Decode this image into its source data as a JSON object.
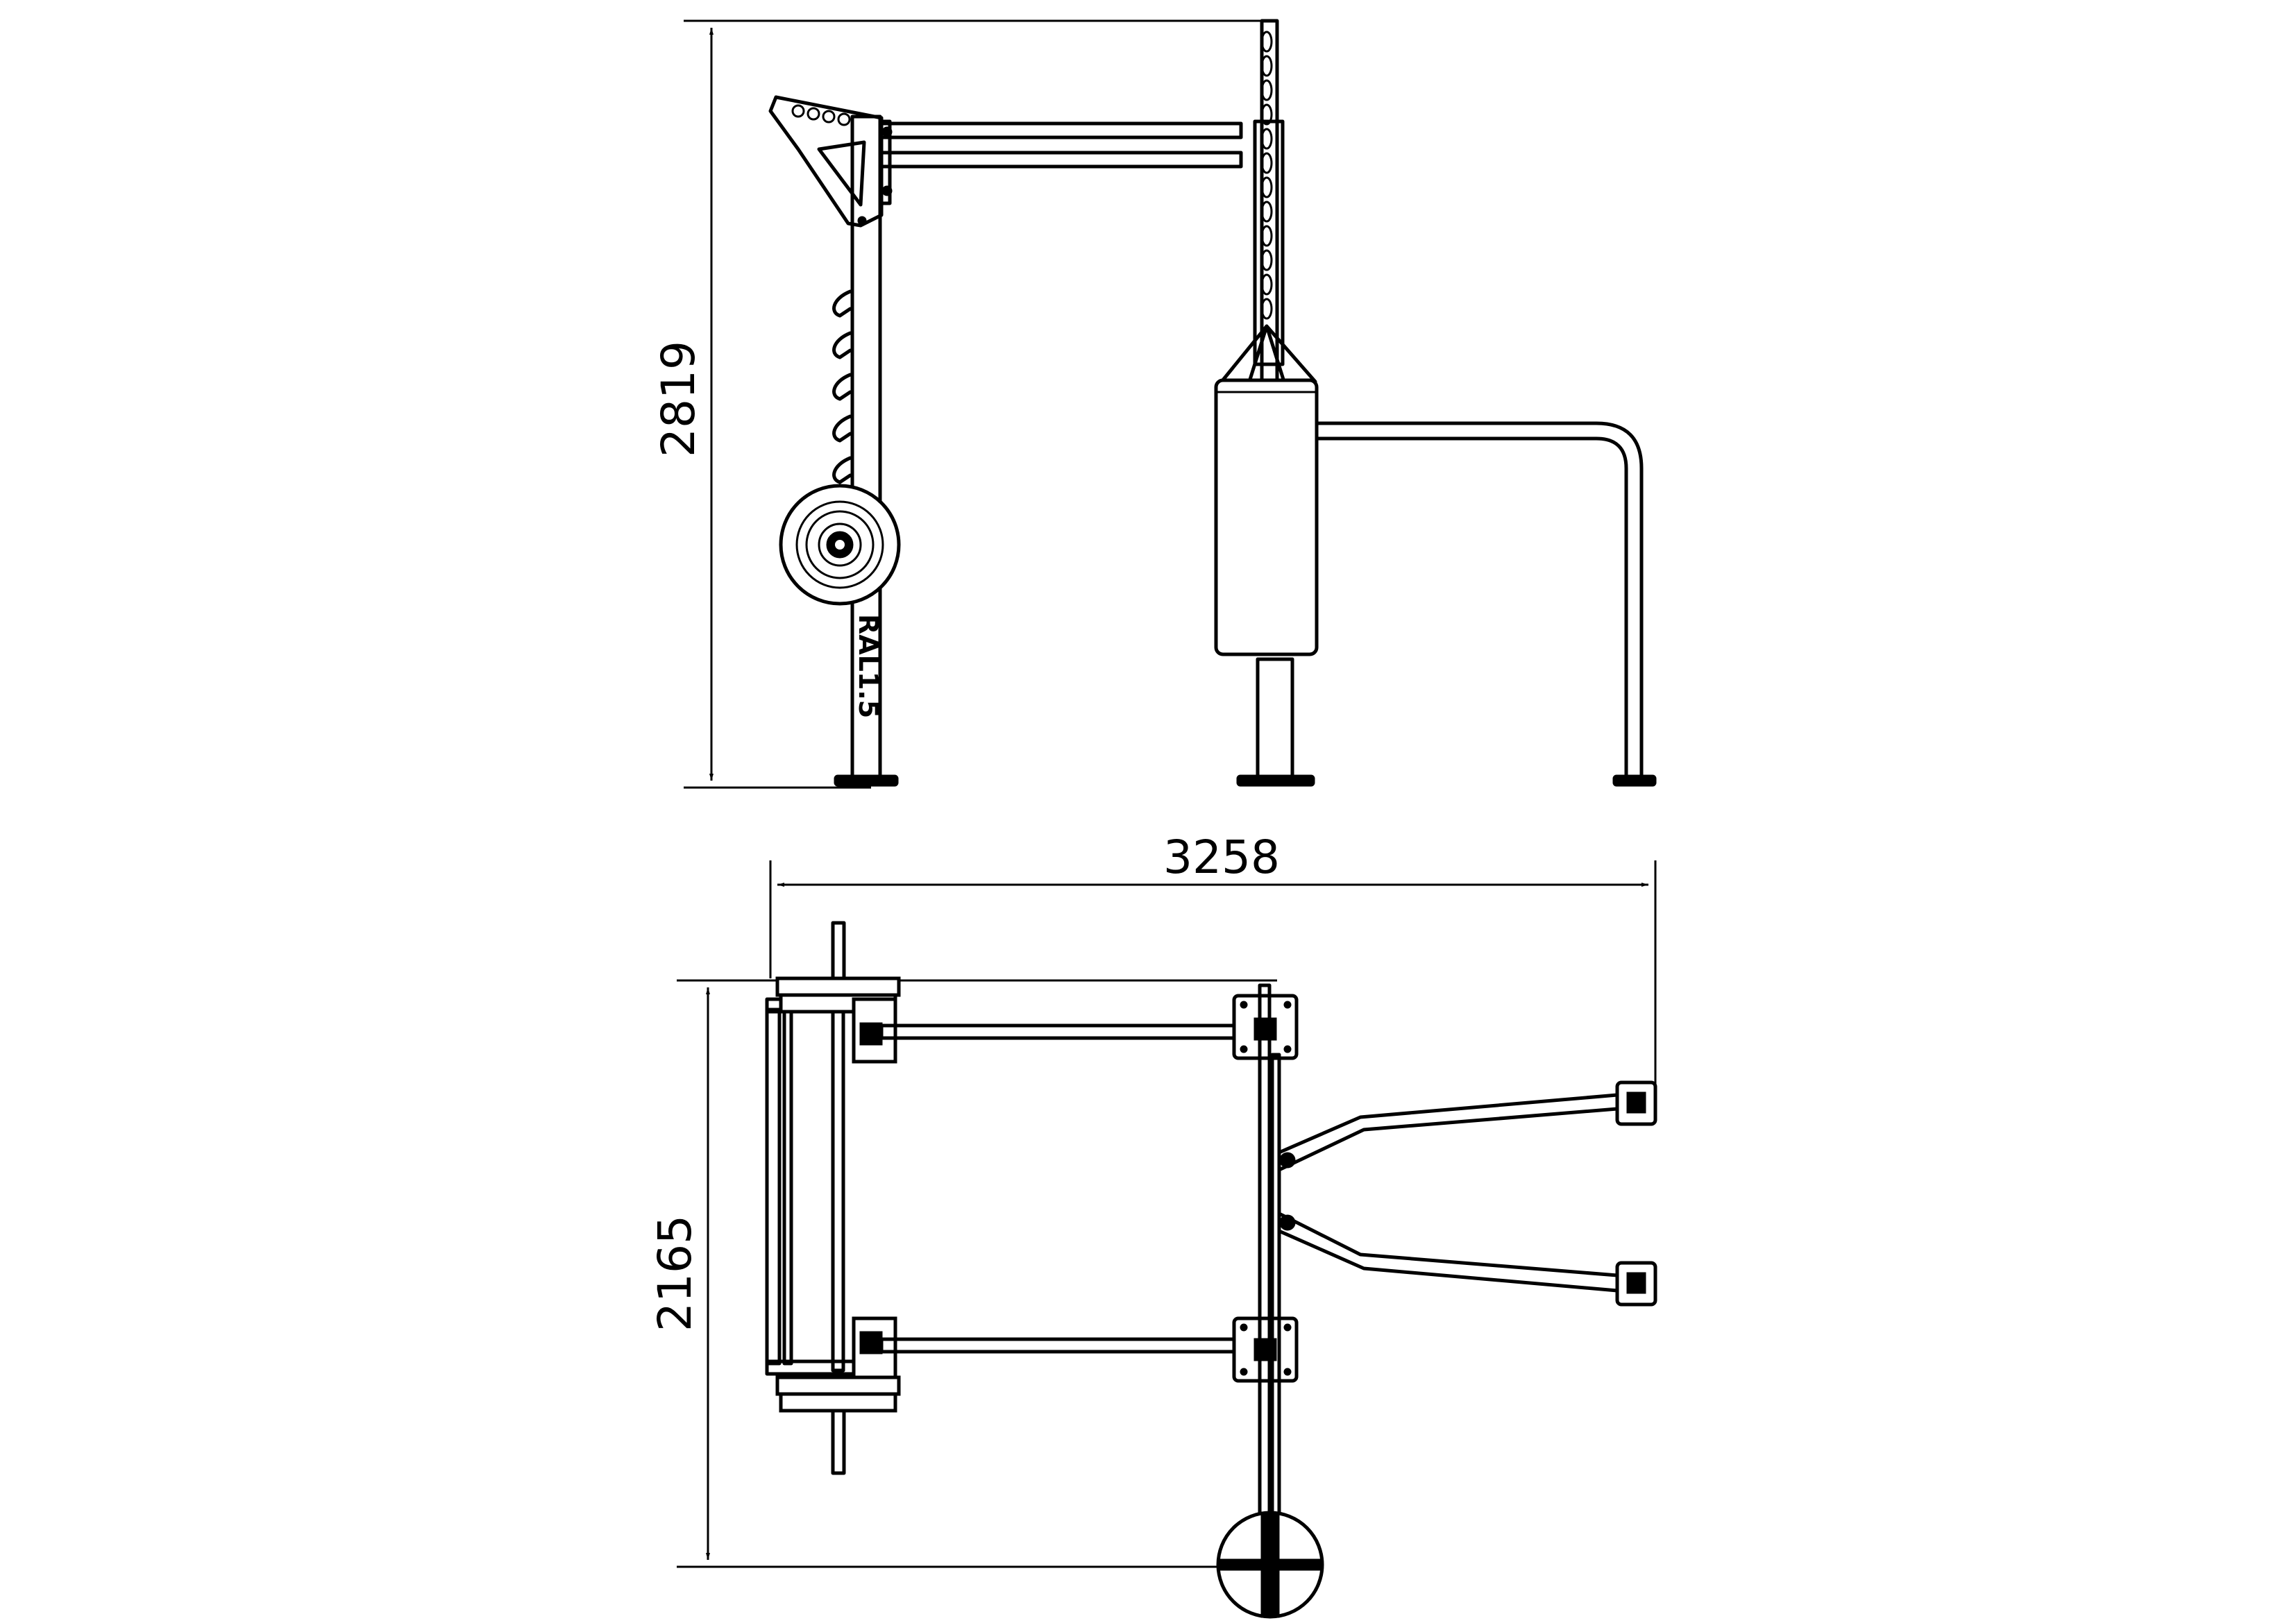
{
  "dimensions": {
    "side_height": "2819",
    "top_width": "3258",
    "top_depth": "2165"
  },
  "logo": "RAL1.5"
}
